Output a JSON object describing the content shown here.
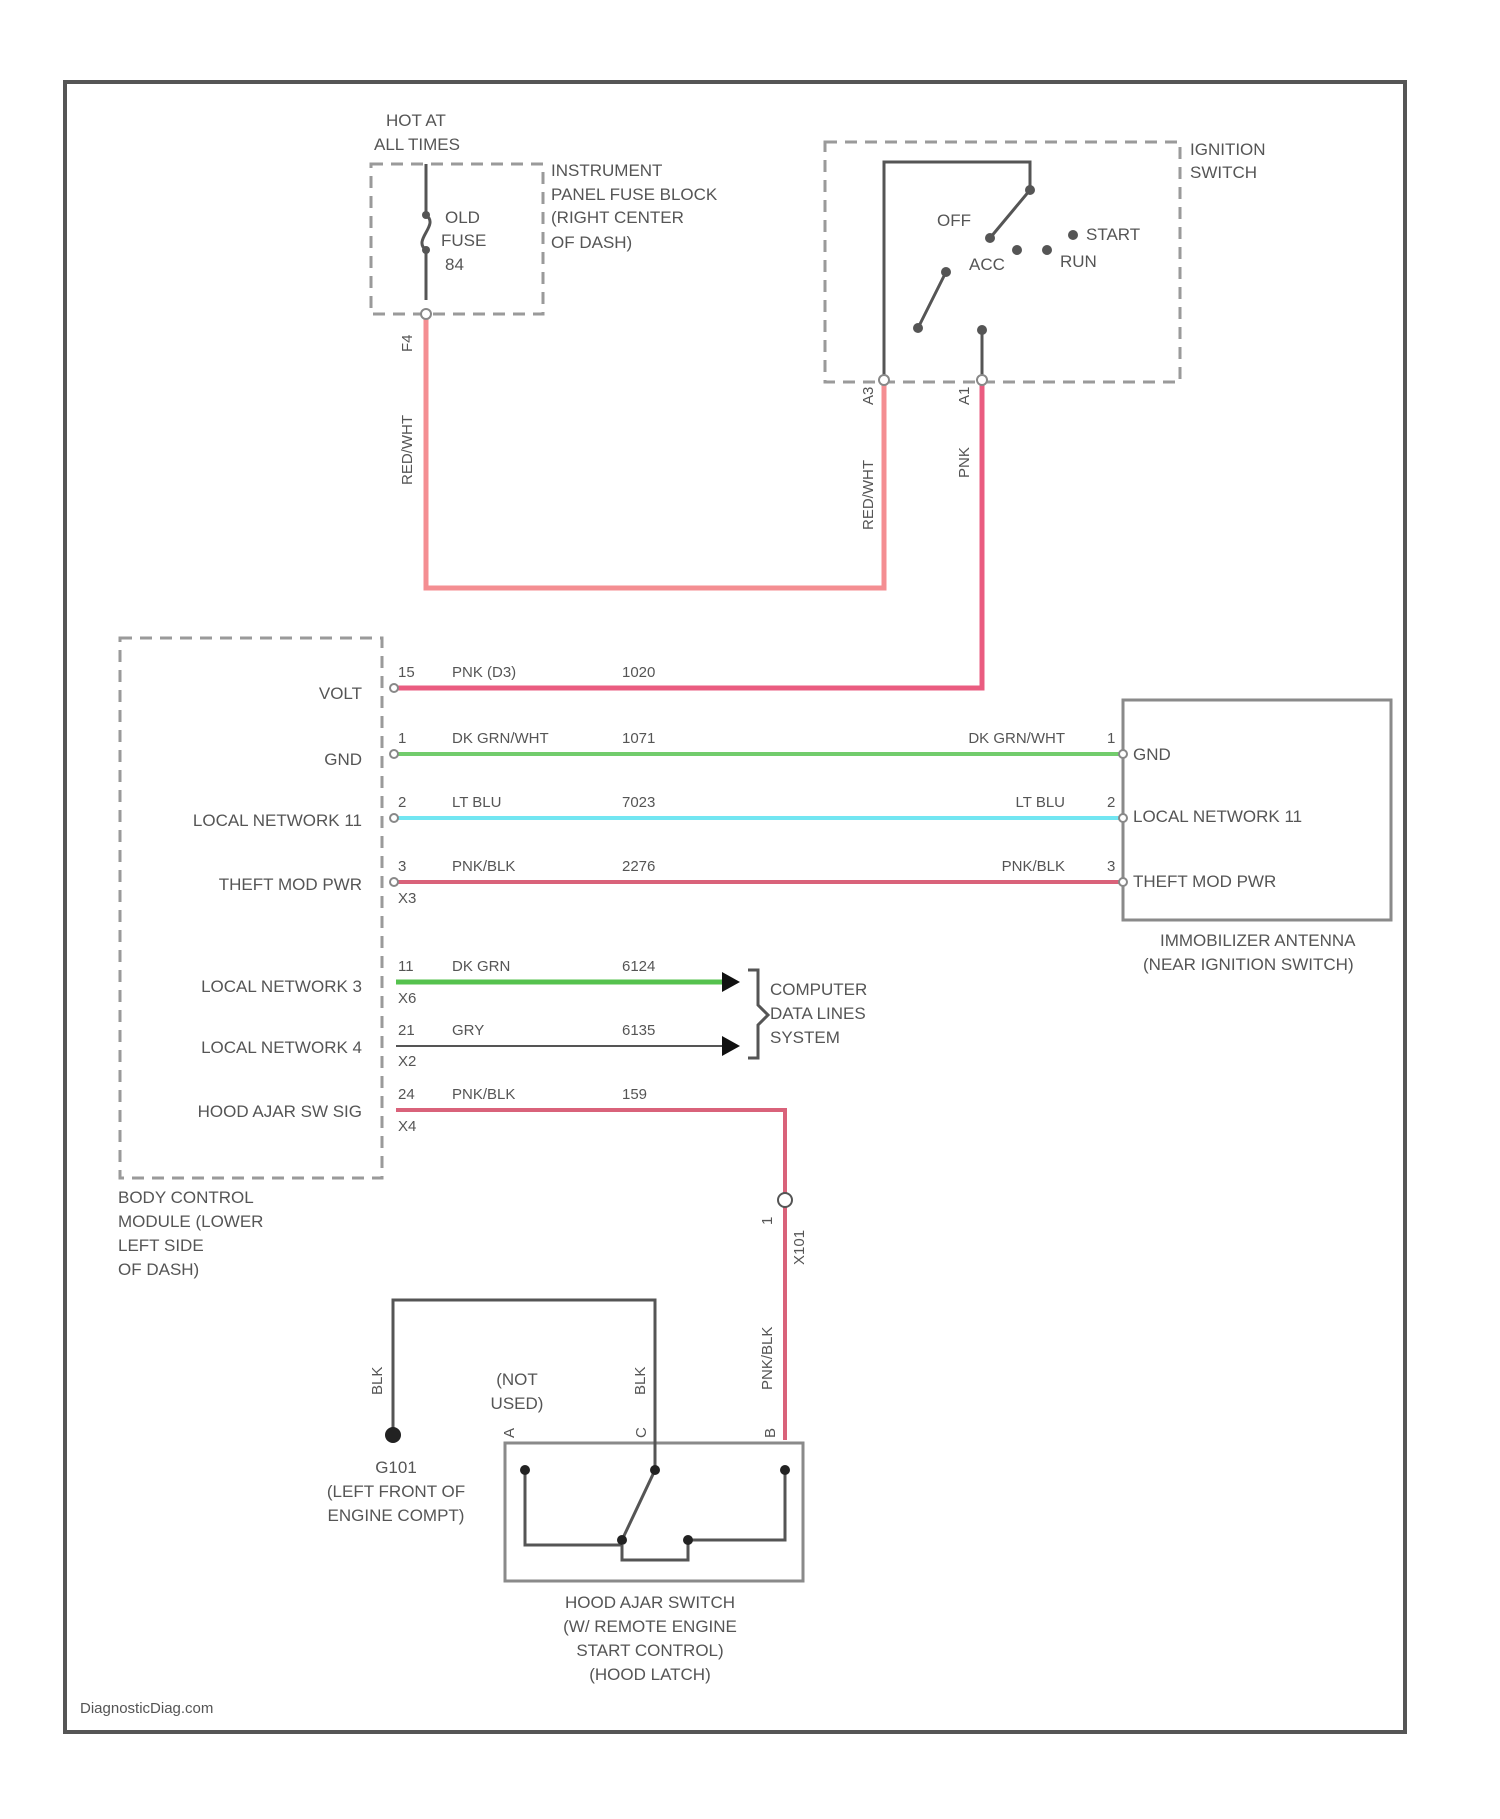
{
  "diagram": {
    "watermark": "DiagnosticDiag.com",
    "fuse_block": {
      "hot_label": [
        "HOT AT",
        "ALL TIMES"
      ],
      "fuse_label": [
        "OLD",
        "FUSE",
        "84"
      ],
      "title": [
        "INSTRUMENT",
        "PANEL FUSE BLOCK",
        "(RIGHT CENTER",
        "OF DASH)"
      ],
      "pin": "F4"
    },
    "ignition_switch": {
      "title": [
        "IGNITION",
        "SWITCH"
      ],
      "positions": [
        "OFF",
        "ACC",
        "START",
        "RUN"
      ],
      "pins": [
        "A3",
        "A1"
      ]
    },
    "top_wires": [
      {
        "color": "RED/WHT"
      },
      {
        "color": "RED/WHT"
      },
      {
        "color": "PNK"
      }
    ],
    "bcm": {
      "title": [
        "BODY CONTROL",
        "MODULE (LOWER",
        "LEFT SIDE",
        "OF DASH)"
      ],
      "rows": [
        {
          "label": "VOLT",
          "pin": "15",
          "subpin": "",
          "color": "PNK (D3)",
          "circuit": "1020",
          "far_color": "",
          "far_pin": ""
        },
        {
          "label": "GND",
          "pin": "1",
          "subpin": "",
          "color": "DK GRN/WHT",
          "circuit": "1071",
          "far_color": "DK GRN/WHT",
          "far_pin": "1"
        },
        {
          "label": "LOCAL NETWORK 11",
          "pin": "2",
          "subpin": "",
          "color": "LT BLU",
          "circuit": "7023",
          "far_color": "LT BLU",
          "far_pin": "2"
        },
        {
          "label": "THEFT MOD PWR",
          "pin": "3",
          "subpin": "X3",
          "color": "PNK/BLK",
          "circuit": "2276",
          "far_color": "PNK/BLK",
          "far_pin": "3"
        },
        {
          "label": "LOCAL NETWORK 3",
          "pin": "11",
          "subpin": "X6",
          "color": "DK GRN",
          "circuit": "6124",
          "far_color": "",
          "far_pin": ""
        },
        {
          "label": "LOCAL NETWORK 4",
          "pin": "21",
          "subpin": "X2",
          "color": "GRY",
          "circuit": "6135",
          "far_color": "",
          "far_pin": ""
        },
        {
          "label": "HOOD AJAR SW SIG",
          "pin": "24",
          "subpin": "X4",
          "color": "PNK/BLK",
          "circuit": "159",
          "far_color": "",
          "far_pin": ""
        }
      ]
    },
    "immobilizer": {
      "labels": [
        "GND",
        "LOCAL NETWORK 11",
        "THEFT MOD PWR"
      ],
      "title": [
        "IMMOBILIZER ANTENNA",
        "(NEAR IGNITION SWITCH)"
      ]
    },
    "data_lines": [
      "COMPUTER",
      "DATA LINES",
      "SYSTEM"
    ],
    "hood_circuit": {
      "connector_pins": [
        "1",
        "X101"
      ],
      "wire_color": "PNK/BLK",
      "ground_wire": "BLK",
      "switch_wire": "BLK",
      "ground": [
        "G101",
        "(LEFT FRONT OF",
        "ENGINE COMPT)"
      ],
      "ajar_label": [
        "(NOT",
        "USED)"
      ],
      "pins": [
        "A",
        "C",
        "B"
      ],
      "switch_title": [
        "HOOD AJAR SWITCH",
        "(W/ REMOTE ENGINE",
        "START CONTROL)",
        "(HOOD LATCH)"
      ]
    },
    "colors": {
      "red": "#f48e92",
      "pink": "#ea5c80",
      "green": "#72cc6c",
      "dark_green": "#55c24e",
      "blue": "#72e6f2",
      "pink_black": "#d9627a",
      "gray": "#555555"
    }
  }
}
